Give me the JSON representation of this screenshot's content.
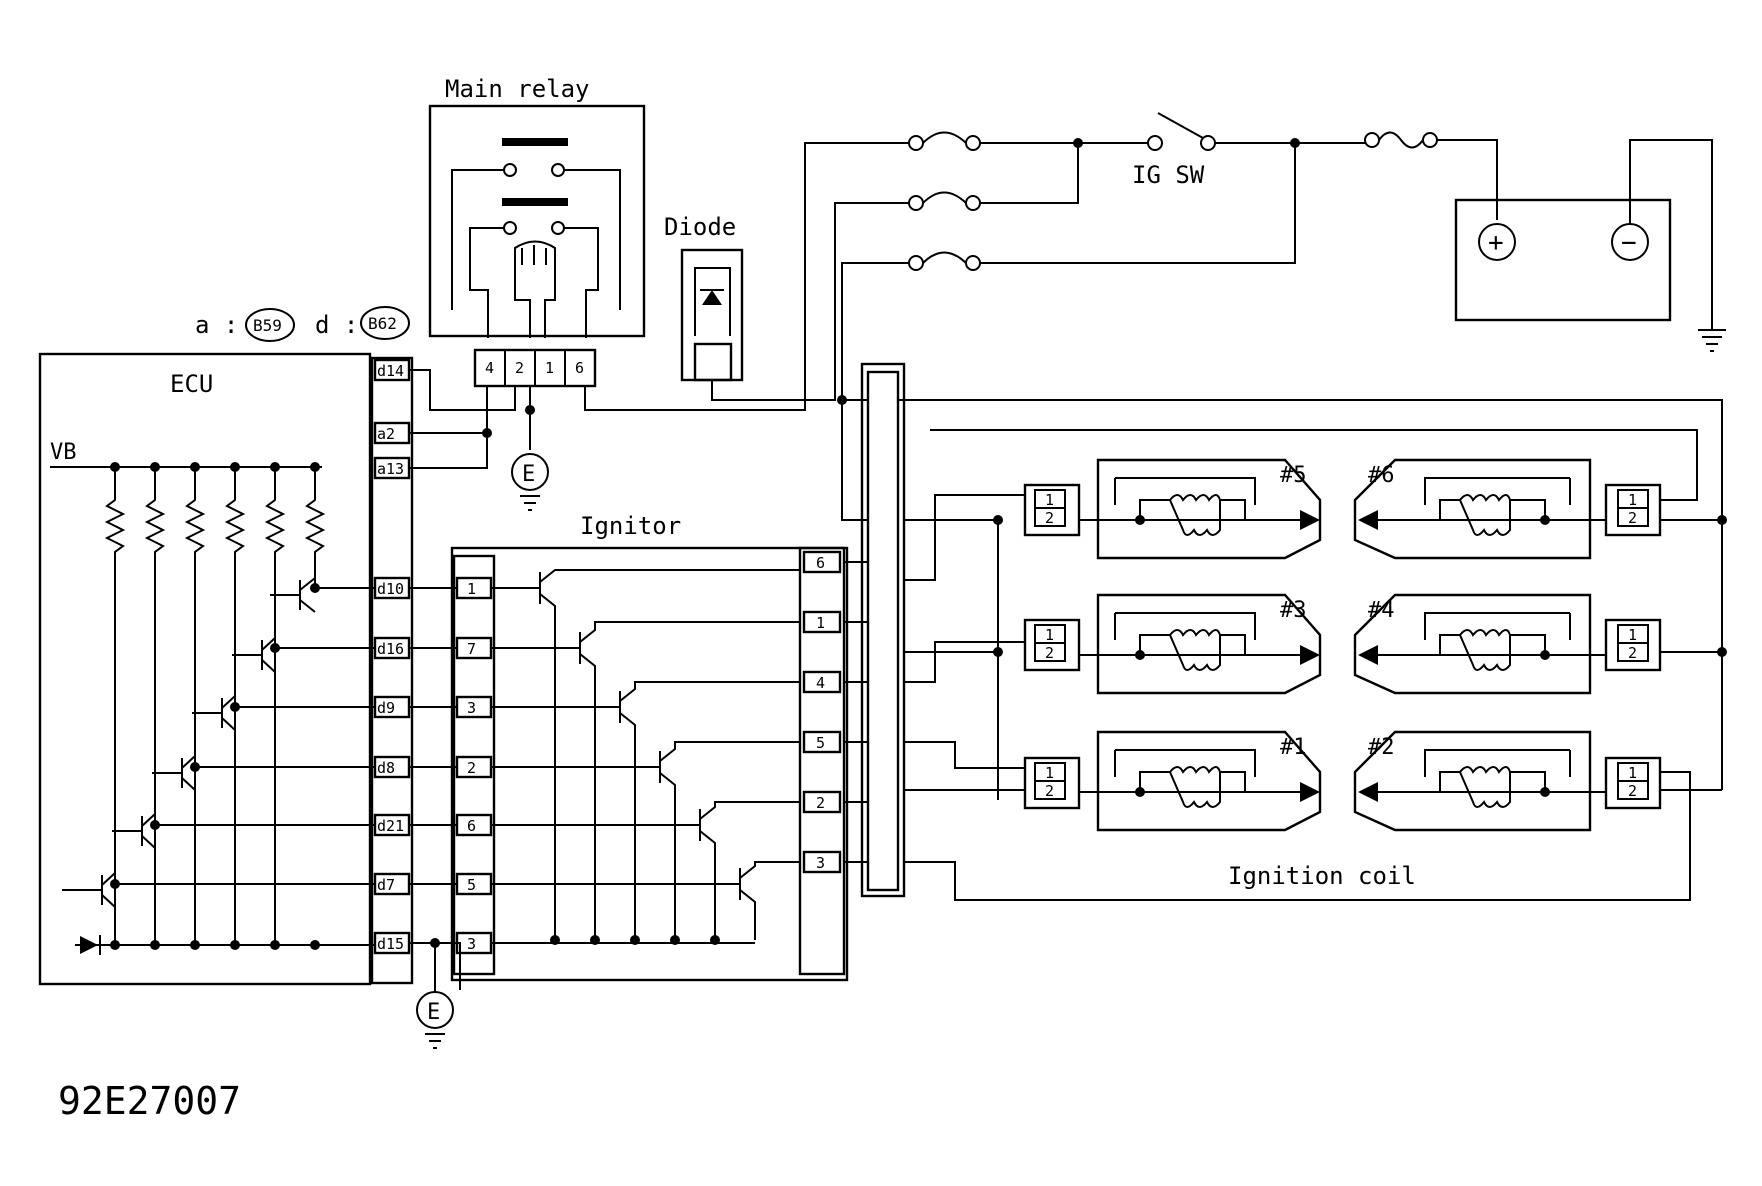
{
  "labels": {
    "main_relay": "Main relay",
    "diode": "Diode",
    "ig_sw": "IG SW",
    "ecu": "ECU",
    "vb": "VB",
    "ignitor": "Ignitor",
    "ignition_coil": "Ignition coil",
    "figure_code": "92E27007"
  },
  "connectors": {
    "a_prefix": "a :",
    "a_code": "B59",
    "d_prefix": "d :",
    "d_code": "B62"
  },
  "relay_pins": [
    "4",
    "2",
    "1",
    "6"
  ],
  "ecu_pins_top": [
    "d14",
    "a2",
    "a13"
  ],
  "ecu_pins": [
    "d10",
    "d16",
    "d9",
    "d8",
    "d21",
    "d7",
    "d15"
  ],
  "ignitor_left_pins": [
    "1",
    "7",
    "3",
    "2",
    "6",
    "5",
    "3"
  ],
  "ignitor_right_pins": [
    "6",
    "1",
    "4",
    "5",
    "2",
    "3"
  ],
  "coil_labels": [
    "#5",
    "#6",
    "#3",
    "#4",
    "#1",
    "#2"
  ],
  "coil_pins": [
    "1",
    "2"
  ],
  "ground_label": "E",
  "battery": {
    "plus": "+",
    "minus": "−"
  }
}
